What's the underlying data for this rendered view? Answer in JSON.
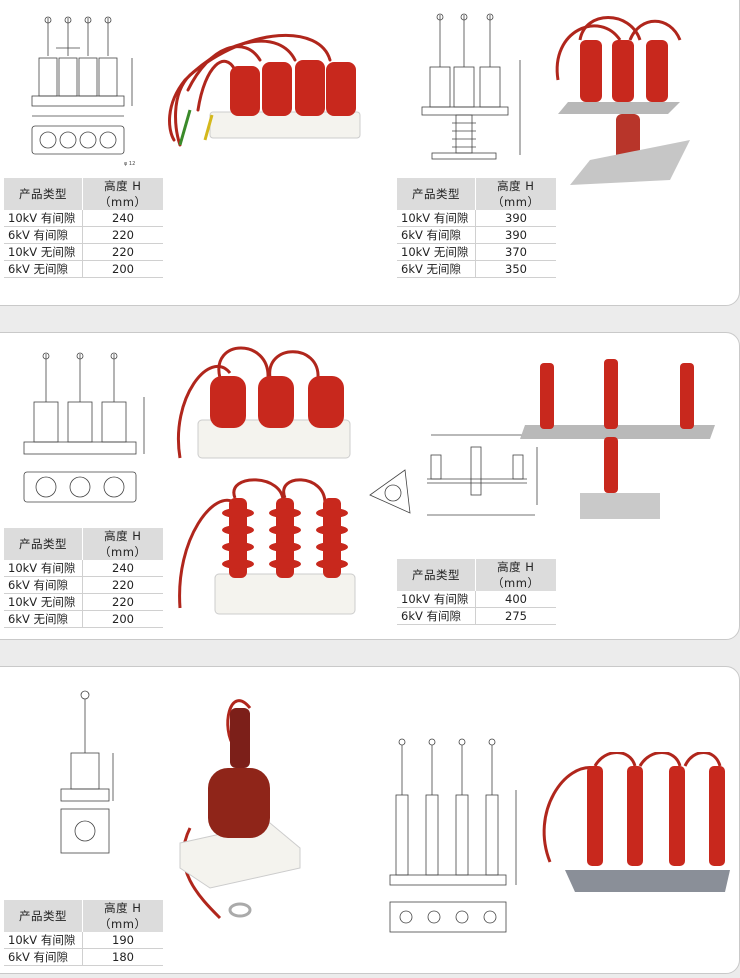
{
  "table_header": {
    "type": "产品类型",
    "height": "高度 H（mm）"
  },
  "tables": {
    "t1": [
      {
        "type": "10kV 有间隙",
        "h": "240"
      },
      {
        "type": "6kV 有间隙",
        "h": "220"
      },
      {
        "type": "10kV 无间隙",
        "h": "220"
      },
      {
        "type": "6kV 无间隙",
        "h": "200"
      }
    ],
    "t2": [
      {
        "type": "10kV 有间隙",
        "h": "390"
      },
      {
        "type": "6kV 有间隙",
        "h": "390"
      },
      {
        "type": "10kV 无间隙",
        "h": "370"
      },
      {
        "type": "6kV 无间隙",
        "h": "350"
      }
    ],
    "t3": [
      {
        "type": "10kV 有间隙",
        "h": "240"
      },
      {
        "type": "6kV 有间隙",
        "h": "220"
      },
      {
        "type": "10kV 无间隙",
        "h": "220"
      },
      {
        "type": "6kV 无间隙",
        "h": "200"
      }
    ],
    "t4": [
      {
        "type": "10kV 有间隙",
        "h": "400"
      },
      {
        "type": "6kV 有间隙",
        "h": "275"
      }
    ],
    "t5": [
      {
        "type": "10kV 有间隙",
        "h": "190"
      },
      {
        "type": "6kV 有间隙",
        "h": "180"
      }
    ]
  },
  "colors": {
    "porcelain_red": "#c8281d",
    "ceramic_white": "#f4f3ee",
    "panel_bg": "#ffffff",
    "page_bg": "#ececec",
    "table_head": "#dcdcdc"
  },
  "icons": [
    "arrester-drawing",
    "arrester-photo"
  ]
}
